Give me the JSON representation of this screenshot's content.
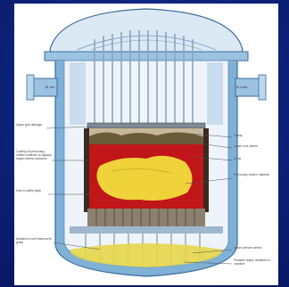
{
  "diagram": {
    "labels_left": [
      {
        "key": "upper_grid_damage",
        "text": "Upper grid damage"
      },
      {
        "key": "coating",
        "text": "Coating of previously-molten material on bypass region interior surfaces"
      },
      {
        "key": "hole_baffle",
        "text": "Hole in baffle plate"
      },
      {
        "key": "ablated_incore",
        "text": "Ablated in-core instrument guide"
      }
    ],
    "labels_right": [
      {
        "key": "cavity",
        "text": "Cavity"
      },
      {
        "key": "loose_core_debris",
        "text": "Loose core debris"
      },
      {
        "key": "crust",
        "text": "Crust"
      },
      {
        "key": "previously_molten",
        "text": "Previously molten material"
      },
      {
        "key": "lower_plenum_debris",
        "text": "Lower plenum debris"
      },
      {
        "key": "possible_region",
        "text": "Possible region depleted in uranium"
      }
    ],
    "nozzle_labels": {
      "left": "2B inlet",
      "right": "1B outlet"
    },
    "colors": {
      "vessel_blue": "#7fb0d6",
      "molten_red": "#c0161a",
      "molten_yellow": "#f0d23a",
      "background": "#0a1d6e"
    }
  }
}
